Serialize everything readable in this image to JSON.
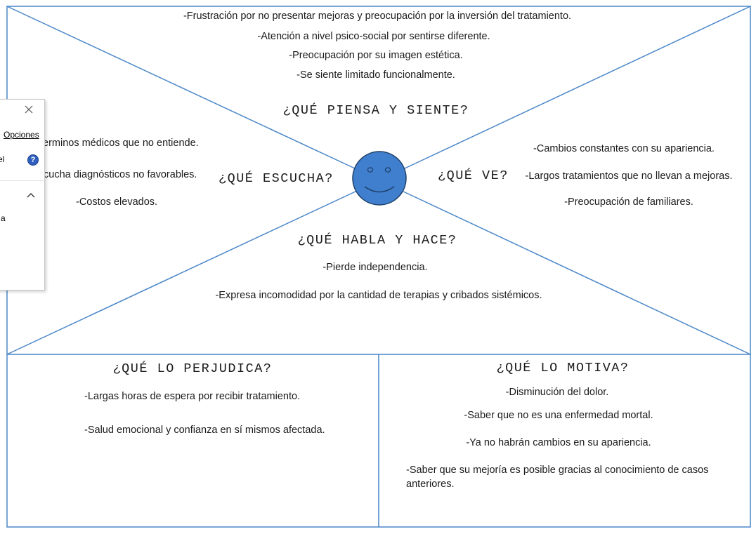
{
  "quadrants": {
    "piensa": {
      "title": "¿QUÉ PIENSA Y SIENTE?",
      "items": [
        "-Frustración por no presentar mejoras y preocupación por la inversión del tratamiento.",
        "-Atención a nivel psico-social por sentirse diferente.",
        "-Preocupación por su imagen estética.",
        "-Se siente limitado funcionalmente."
      ]
    },
    "escucha": {
      "title": "¿QUÉ ESCUCHA?",
      "items": [
        "erminos médicos que no entiende.",
        "cucha diagnósticos no favorables.",
        "-Costos elevados."
      ]
    },
    "ve": {
      "title": "¿QUÉ VE?",
      "items": [
        "-Cambios constantes con su apariencia.",
        "-Largos tratamientos que no llevan a mejoras.",
        "-Preocupación de familiares."
      ]
    },
    "habla": {
      "title": "¿QUÉ HABLA Y HACE?",
      "items": [
        "-Pierde independencia.",
        "-Expresa incomodidad por la cantidad de terapias y cribados sistémicos."
      ]
    }
  },
  "perjudica": {
    "title": "¿QUÉ LO PERJUDICA?",
    "items": [
      "-Largas horas de espera por recibir tratamiento.",
      "-Salud emocional y confianza en sí mismos afectada."
    ]
  },
  "motiva": {
    "title": "¿QUÉ LO MOTIVA?",
    "items": [
      "-Disminución del dolor.",
      "-Saber que no es una enfermedad mortal.",
      "-Ya no habrán cambios en su apariencia.",
      "-Saber que su mejoría es posible gracias al conocimiento de casos",
      "anteriores."
    ]
  },
  "dialog": {
    "options_label": "Opciones",
    "row_label": "el",
    "help_glyph": "?",
    "item_label": "a"
  },
  "colors": {
    "line": "#4a86c8",
    "face_fill": "#3f7fce",
    "face_stroke": "#1f3f66"
  },
  "icons": {
    "center": "smiley-face-icon",
    "close": "close-icon",
    "help": "help-icon",
    "collapse": "chevron-up-icon"
  }
}
